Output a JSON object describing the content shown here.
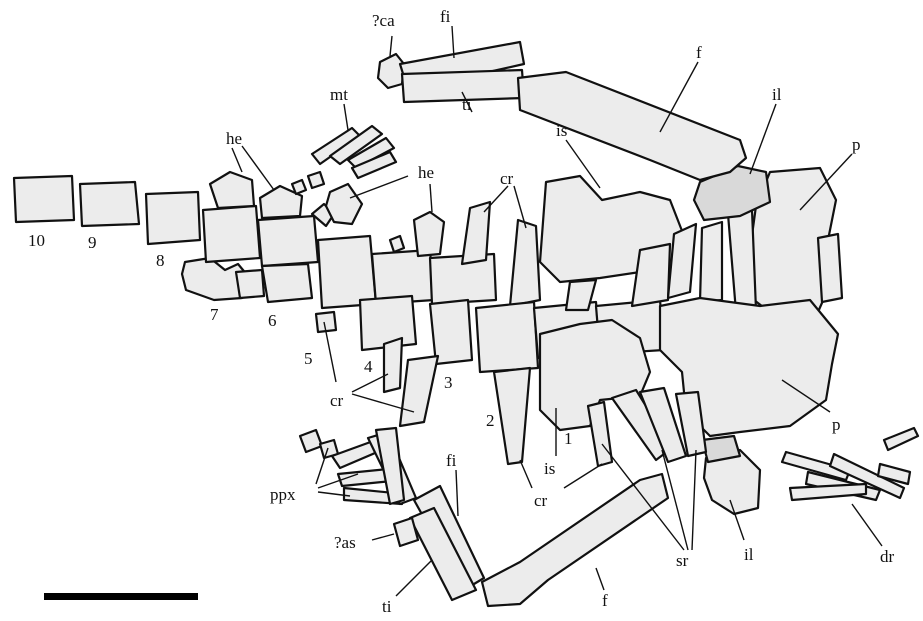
{
  "labels": {
    "ca": "?ca",
    "fi_top": "fi",
    "ti_top": "ti",
    "f_top": "f",
    "mt": "mt",
    "he_left": "he",
    "he_mid": "he",
    "cr_top": "cr",
    "is_top": "is",
    "il_top": "il",
    "p_top": "p",
    "v10": "10",
    "v9": "9",
    "v8": "8",
    "v7": "7",
    "v6": "6",
    "v5": "5",
    "v4": "4",
    "v3": "3",
    "v2": "2",
    "v1": "1",
    "cr_left": "cr",
    "is_bottom": "is",
    "cr_bottom": "cr",
    "p_bottom": "p",
    "ppx": "ppx",
    "fi_bottom": "fi",
    "as": "?as",
    "ti_bottom": "ti",
    "f_bottom": "f",
    "sr": "sr",
    "il_bottom": "il",
    "dr": "dr"
  }
}
